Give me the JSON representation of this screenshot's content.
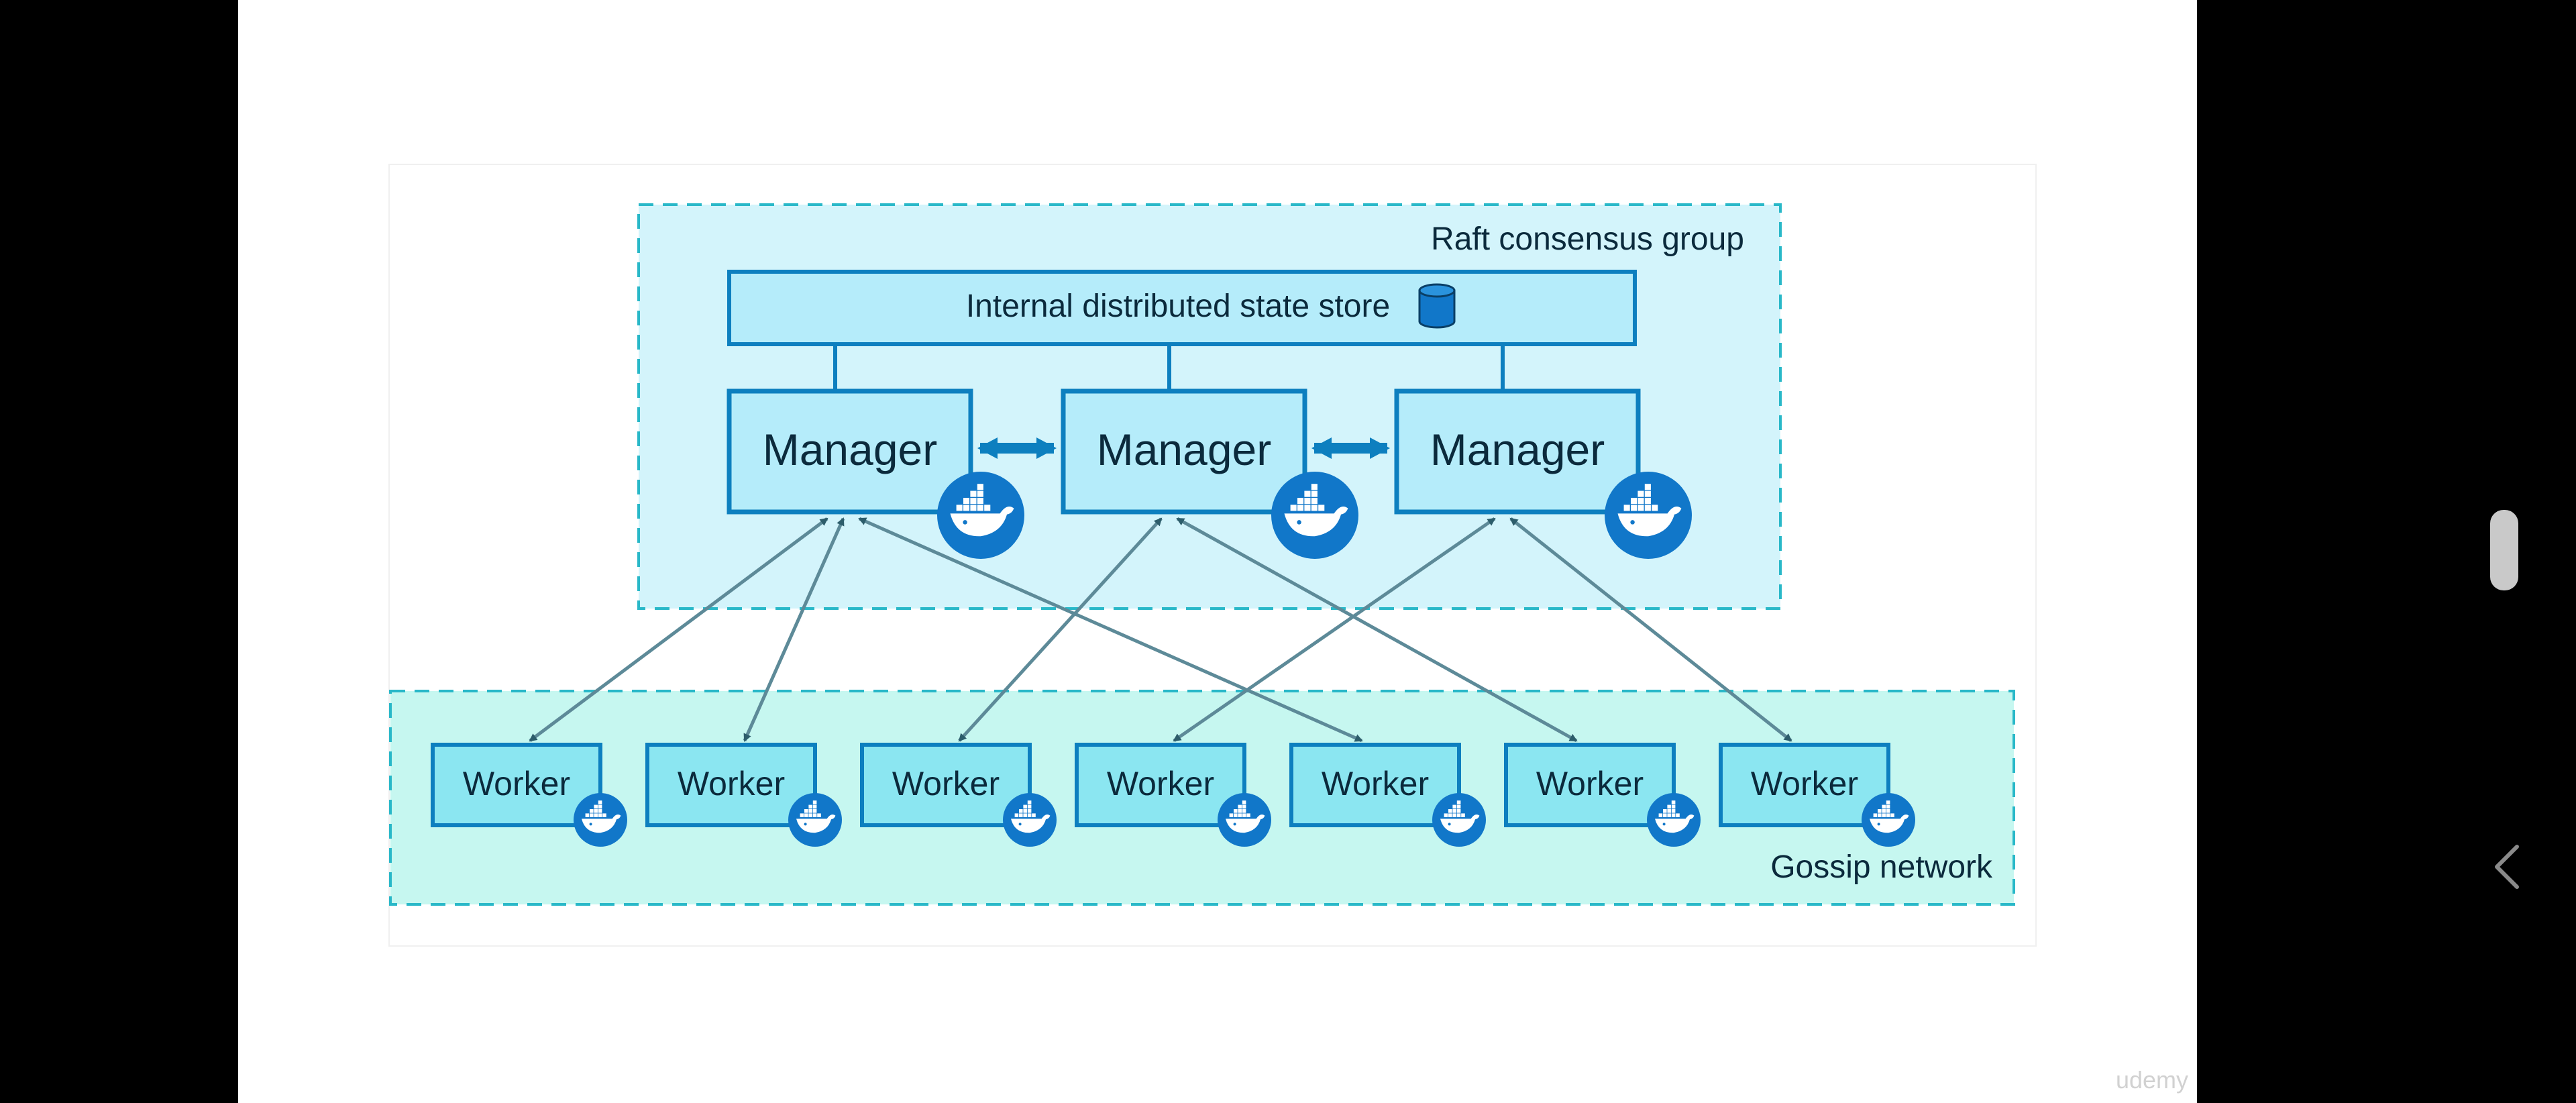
{
  "diagram": {
    "raft_group_label": "Raft consensus group",
    "state_store_label": "Internal distributed state store",
    "gossip_label": "Gossip network",
    "managers": [
      {
        "label": "Manager"
      },
      {
        "label": "Manager"
      },
      {
        "label": "Manager"
      }
    ],
    "workers": [
      {
        "label": "Worker"
      },
      {
        "label": "Worker"
      },
      {
        "label": "Worker"
      },
      {
        "label": "Worker"
      },
      {
        "label": "Worker"
      },
      {
        "label": "Worker"
      },
      {
        "label": "Worker"
      }
    ],
    "connections": [
      {
        "worker": 0,
        "manager": 0
      },
      {
        "worker": 1,
        "manager": 0
      },
      {
        "worker": 4,
        "manager": 0
      },
      {
        "worker": 2,
        "manager": 1
      },
      {
        "worker": 5,
        "manager": 1
      },
      {
        "worker": 3,
        "manager": 2
      },
      {
        "worker": 6,
        "manager": 2
      }
    ]
  },
  "watermark": "udemy",
  "colors": {
    "raft_fill": "#d3f4fb",
    "gossip_fill": "#c6f7f0",
    "border_dashed": "#29b8c8",
    "box_fill": "#b5ecfa",
    "box_stroke": "#0d7fbf",
    "docker_blue": "#1177c9",
    "arrow": "#5d8a98"
  }
}
